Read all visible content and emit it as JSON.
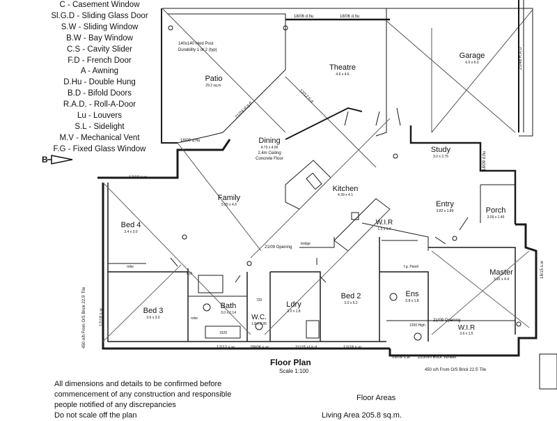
{
  "legend": [
    "C - Casement Window",
    "Sl.G.D - Sliding Glass Door",
    "S.W - Sliding Window",
    "B.W - Bay Window",
    "C.S - Cavity Slider",
    "F.D - French Door",
    "A - Awning",
    "D.Hu - Double Hung",
    "B.D - Bifold Doors",
    "R.A.D. - Roll-A-Door",
    "Lu - Louvers",
    "S.L - Sidelight",
    "M.V - Mechanical Vent",
    "F.G - Fixed Glass Window"
  ],
  "section_marker": "B",
  "rooms": {
    "theatre": {
      "name": "Theatre",
      "dims": "4.6 x 4.6"
    },
    "garage": {
      "name": "Garage",
      "dims": "6.0 x 6.0"
    },
    "patio": {
      "name": "Patio",
      "dims": "29.2 sq.m."
    },
    "dining": {
      "name": "Dining",
      "dims": "4.73 x 4.00",
      "note1": "2.4m Ceiling",
      "note2": "Concrete Floor"
    },
    "study": {
      "name": "Study",
      "dims": "3.0 x 2.75"
    },
    "family": {
      "name": "Family",
      "dims": "5.55 x 4.6"
    },
    "kitchen": {
      "name": "Kitchen",
      "dims": "4.39 x 4.1"
    },
    "entry": {
      "name": "Entry",
      "dims": "3.82 x 1.89"
    },
    "porch": {
      "name": "Porch",
      "dims": "3.09 x 1.45"
    },
    "bed4": {
      "name": "Bed 4",
      "dims": "3.4 x 3.0"
    },
    "wir1": {
      "name": "W.I.R",
      "dims": "1.5 x 1.4"
    },
    "master": {
      "name": "Master",
      "dims": "3.91 x 4.4"
    },
    "bed3": {
      "name": "Bed 3",
      "dims": "3.6 x 3.0"
    },
    "bath": {
      "name": "Bath",
      "dims": "3.0 x 2.14"
    },
    "ldry": {
      "name": "Ldry",
      "dims": "3.0 x 1.8"
    },
    "wc": {
      "name": "W.C.",
      "dims": "1.8 x 0.95"
    },
    "bed2": {
      "name": "Bed 2",
      "dims": "3.0 x 5.2"
    },
    "ens": {
      "name": "Ens",
      "dims": "5.8 x 1.8"
    },
    "wir2": {
      "name": "W.I.R",
      "dims": "3.6 x 1.5"
    }
  },
  "annotations": {
    "post_note": "140x140 Hwd Post",
    "post_note2": "Durability 1 or 2 (typ)",
    "top_window1": "18/06 d.hu",
    "top_window2": "18/06 d.hu",
    "patio_window": "18/09 d.hu",
    "bed4_window": "12/18 s.w",
    "bed3_window": "12/18 s.w",
    "bath_window": "12/12 s.w",
    "wc_window": "09/06 s.w",
    "ldry_door": "21/15 sl.g.d",
    "bed2_window": "12/18 s.w",
    "ens_window": "09/09 s.w",
    "master_window": "18/15 s.w",
    "study_window": "18/09 d.hu",
    "garage_side": "21/48 R.A.D",
    "dining_door": "21/24 sl.g.d",
    "theatre_door": "12/12 b.d",
    "left_dim": "450 o/h From O/S Brick 22.5' Tile",
    "bottom_dim": "450 o/h From O/S Brick 22.5' Tile",
    "brick_veneer": "220mm Brick Veneer",
    "family_opening": "21/09 Opening",
    "ens_opening": "21/09 Opening",
    "bench": "1200 High",
    "robe1": "robe",
    "robe2": "robe",
    "bath_len": "1520",
    "bridge": "bridge",
    "fg_panel": "f.g. Panel",
    "door_820": "820",
    "door_720": "720"
  },
  "title": "Floor Plan",
  "scale": "Scale 1:100",
  "notes": [
    "All dimensions and details to be confirmed before",
    "commencement of any construction and responsible",
    "people notified of any discrepancies",
    "Do not scale off the plan"
  ],
  "floor_areas_title": "Floor Areas",
  "floor_areas_line": "Living Area   205.8 sq.m."
}
